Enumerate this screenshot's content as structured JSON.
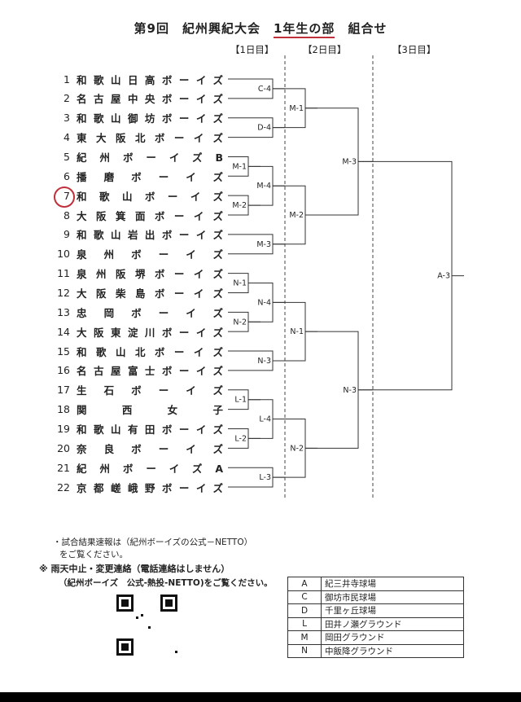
{
  "title": {
    "pre": "第9回　紀州興紀大会　",
    "highlight": "1年生の部",
    "post": "　組合せ"
  },
  "days": [
    "【1日目】",
    "【2日目】",
    "【3日目】"
  ],
  "teams": [
    {
      "no": "1",
      "name": "和歌山日高ボーイズ"
    },
    {
      "no": "2",
      "name": "名古屋中央ボーイズ"
    },
    {
      "no": "3",
      "name": "和歌山御坊ボーイズ"
    },
    {
      "no": "4",
      "name": "東大阪北ボーイズ"
    },
    {
      "no": "5",
      "name": "紀州ボーイズB"
    },
    {
      "no": "6",
      "name": "播磨ボーイズ"
    },
    {
      "no": "7",
      "name": "和歌山ボーイズ"
    },
    {
      "no": "8",
      "name": "大阪箕面ボーイズ"
    },
    {
      "no": "9",
      "name": "和歌山岩出ボーイズ"
    },
    {
      "no": "10",
      "name": "泉州ボーイズ"
    },
    {
      "no": "11",
      "name": "泉州阪堺ボーイズ"
    },
    {
      "no": "12",
      "name": "大阪柴島ボーイズ"
    },
    {
      "no": "13",
      "name": "忠岡ボーイズ"
    },
    {
      "no": "14",
      "name": "大阪東淀川ボーイズ"
    },
    {
      "no": "15",
      "name": "和歌山北ボーイズ"
    },
    {
      "no": "16",
      "name": "名古屋富士ボーイズ"
    },
    {
      "no": "17",
      "name": "生石ボーイズ"
    },
    {
      "no": "18",
      "name": "関西女子"
    },
    {
      "no": "19",
      "name": "和歌山有田ボーイズ"
    },
    {
      "no": "20",
      "name": "奈良ボーイズ"
    },
    {
      "no": "21",
      "name": "紀州ボーイズA"
    },
    {
      "no": "22",
      "name": "京都嵯峨野ボーイズ"
    }
  ],
  "matches": [
    "C-4",
    "D-4",
    "M-1",
    "M-2",
    "M-4",
    "M-3",
    "N-1",
    "N-2",
    "N-4",
    "N-3",
    "L-1",
    "L-2",
    "L-4",
    "L-3",
    "M-1",
    "M-2",
    "N-1",
    "N-2",
    "M-3",
    "N-3",
    "A-3"
  ],
  "notes": {
    "line1": "・試合結果速報は（紀州ボーイズの公式－NETTO）",
    "line2": "をご覧ください。",
    "line3": "※ 雨天中止・変更連絡（電話連絡はしません）",
    "line4": "（紀州ボーイズ　公式-熱投-NETTO)をご覧ください。"
  },
  "legend": [
    {
      "k": "A",
      "v": "紀三井寺球場"
    },
    {
      "k": "C",
      "v": "御坊市民球場"
    },
    {
      "k": "D",
      "v": "千里ヶ丘球場"
    },
    {
      "k": "L",
      "v": "田井ノ瀬グラウンド"
    },
    {
      "k": "M",
      "v": "岡田グラウンド"
    },
    {
      "k": "N",
      "v": "中飯降グラウンド"
    }
  ]
}
